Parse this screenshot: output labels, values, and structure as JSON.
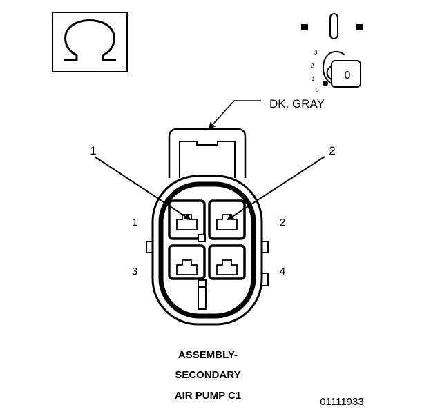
{
  "meter": {
    "symbol_icon": "ohm-symbol-icon",
    "ignition_icon": "ignition-key-icon",
    "key_positions": [
      "3",
      "2",
      "1",
      "0"
    ],
    "key_label": "0"
  },
  "wire": {
    "color_label": "DK. GRAY"
  },
  "connector": {
    "callouts": [
      "1",
      "2"
    ],
    "pin_labels": [
      "1",
      "2",
      "3",
      "4"
    ]
  },
  "caption": {
    "line1": "ASSEMBLY-",
    "line2": "SECONDARY",
    "line3": "AIR PUMP C1"
  },
  "figure_number": "01111933"
}
